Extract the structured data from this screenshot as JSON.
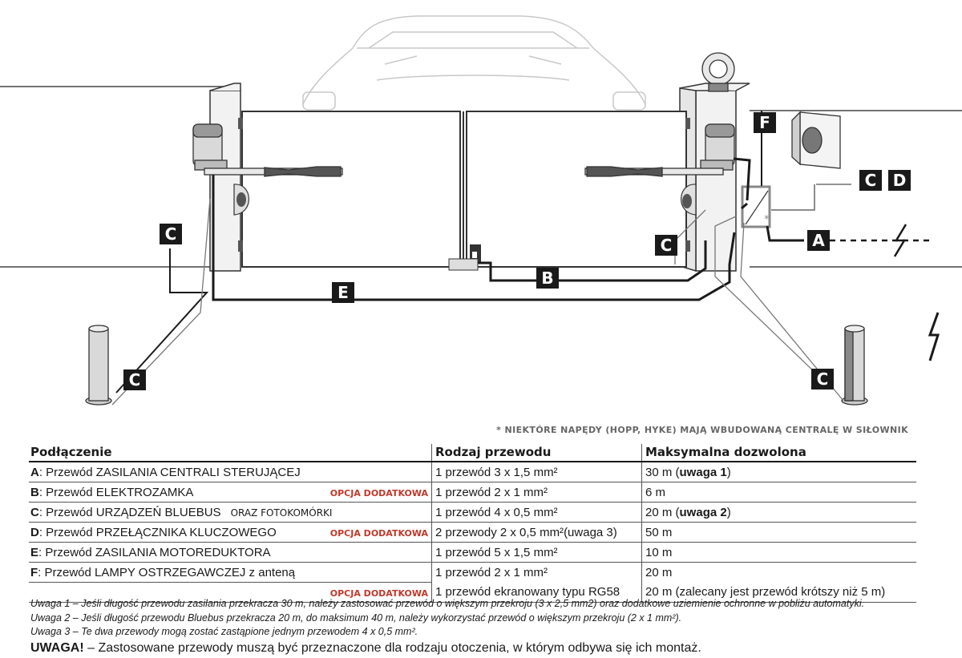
{
  "labels": {
    "a": "A",
    "b": "B",
    "c": "C",
    "d": "D",
    "e": "E",
    "f": "F",
    "star": "*"
  },
  "footnote": "* NIEKTÓRE NAPĘDY (HOPP, HYKE) MAJĄ WBUDOWANĄ CENTRALĘ W SIŁOWNIK",
  "table": {
    "headers": [
      "Podłączenie",
      "Rodzaj przewodu",
      "Maksymalna dozwolona"
    ],
    "rows": [
      {
        "key": "A",
        "text": ": Przewód ZASILANIA CENTRALI STERUJĄCEJ",
        "extra": "",
        "badge": "",
        "cable": "1 przewód 3 x 1,5 mm²",
        "cable_note": "",
        "max": "30 m (",
        "max_note": "uwaga 1",
        "max_close": ")"
      },
      {
        "key": "B",
        "text": ": Przewód ELEKTROZAMKA",
        "extra": "",
        "badge": "OPCJA DODATKOWA",
        "cable": "1 przewód 2 x 1 mm²",
        "cable_note": "",
        "max": "6 m",
        "max_note": "",
        "max_close": ""
      },
      {
        "key": "C",
        "text": ": Przewód URZĄDZEŃ BLUEBUS",
        "extra": "ORAZ FOTOKOMÓRKI",
        "badge": "",
        "cable": "1 przewód 4 x 0,5 mm²",
        "cable_note": "",
        "max": "20 m (",
        "max_note": "uwaga 2",
        "max_close": ")"
      },
      {
        "key": "D",
        "text": ": Przewód PRZEŁĄCZNIKA KLUCZOWEGO",
        "extra": "",
        "badge": "OPCJA DODATKOWA",
        "cable": "2 przewody 2 x 0,5 mm²",
        "cable_note": "(uwaga 3)",
        "max": "50 m",
        "max_note": "",
        "max_close": ""
      },
      {
        "key": "E",
        "text": ": Przewód ZASILANIA MOTOREDUKTORA",
        "extra": "",
        "badge": "",
        "cable": "1 przewód 5 x 1,5 mm²",
        "cable_note": "",
        "max": "10 m",
        "max_note": "",
        "max_close": ""
      }
    ],
    "row_f": {
      "key": "F",
      "text": ": Przewód LAMPY OSTRZEGAWCZEJ z anteną",
      "badge": "OPCJA DODATKOWA",
      "cable1": "1 przewód 2 x 1 mm²",
      "cable2": "1 przewód ekranowany typu RG58",
      "max1": "20 m",
      "max2": "20 m (zalecany jest przewód krótszy niż 5 m)"
    }
  },
  "notes": [
    "Uwaga 1 – Jeśli długość przewodu zasilania przekracza 30 m, należy zastosować przewód o większym przekroju (3 x 2,5 mm2) oraz dodatkowe uziemienie ochronne w pobliżu automatyki.",
    "Uwaga 2 – Jeśli długość przewodu Bluebus przekracza 20 m, do maksimum 40 m, należy wykorzystać przewód o większym przekroju (2 x 1 mm²).",
    "Uwaga 3 – Te dwa przewody mogą zostać zastąpione jednym przewodem 4 x 0,5 mm²."
  ],
  "warning": {
    "strong": "UWAGA!",
    "text": " – Zastosowane przewody muszą być przeznaczone dla rodzaju otoczenia, w którym odbywa się ich montaż."
  }
}
